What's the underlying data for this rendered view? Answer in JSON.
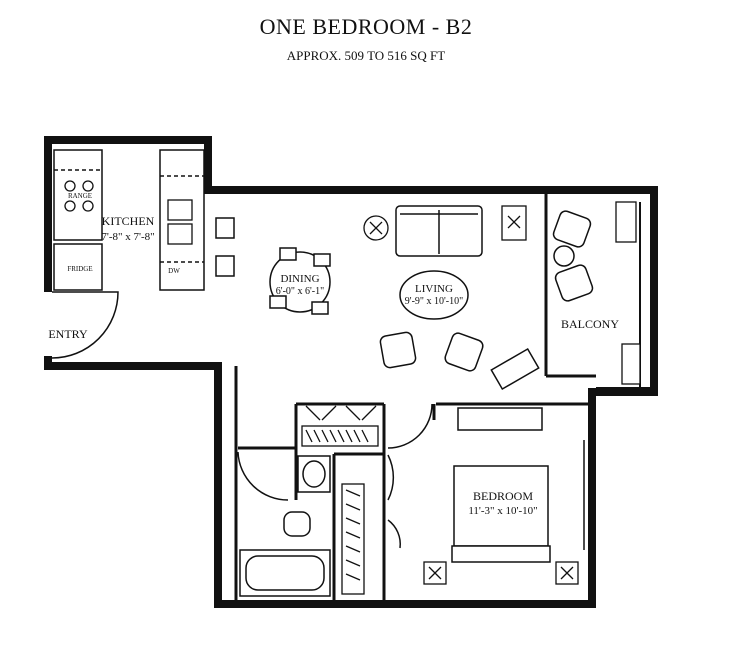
{
  "title": "ONE BEDROOM - B2",
  "subtitle": "APPROX. 509 TO 516 SQ FT",
  "rooms": {
    "kitchen": {
      "name": "KITCHEN",
      "size": "7'-8\" x 7'-8\""
    },
    "dining": {
      "name": "DINING",
      "size": "6'-0\" x 6'-1\""
    },
    "living": {
      "name": "LIVING",
      "size": "9'-9\" x 10'-10\""
    },
    "balcony": {
      "name": "BALCONY"
    },
    "entry": {
      "name": "ENTRY"
    },
    "bedroom": {
      "name": "BEDROOM",
      "size": "11'-3\" x 10'-10\""
    }
  },
  "fixtures": {
    "range": "RANGE",
    "fridge": "FRIDGE",
    "dishwasher": "DW"
  }
}
